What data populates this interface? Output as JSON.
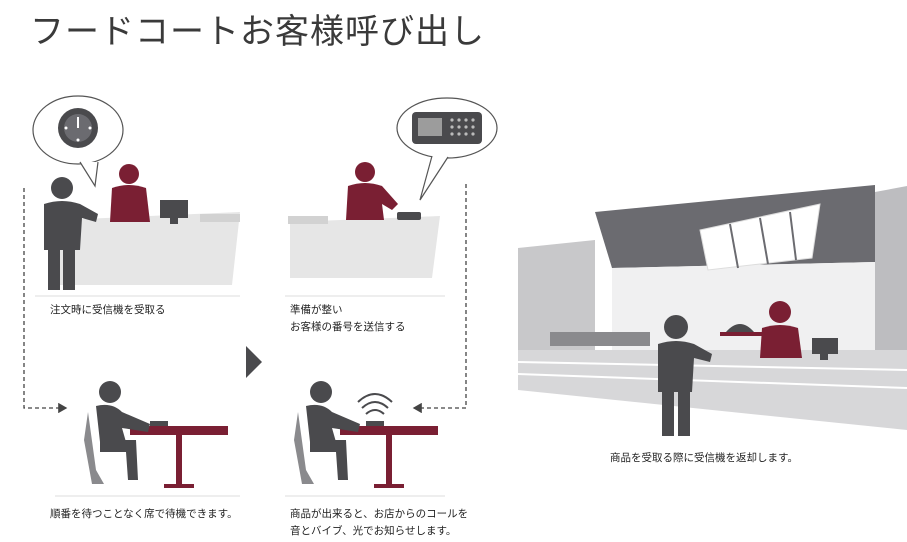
{
  "title": "フードコートお客様呼び出し",
  "steps": [
    {
      "lines": [
        "注文時に受信機を受取る"
      ]
    },
    {
      "lines": [
        "準備が整い",
        "お客様の番号を送信する"
      ]
    },
    {
      "lines": [
        "順番を待つことなく席で待機できます。"
      ]
    },
    {
      "lines": [
        "商品が出来ると、お店からのコールを",
        "音とバイブ、光でお知らせします。"
      ]
    },
    {
      "lines": [
        "商品を受取る際に受信機を返却します。"
      ]
    }
  ],
  "colors": {
    "person": "#4a4a4d",
    "staff": "#7a1f33",
    "table": "#7a1f33",
    "counter": "#e4e4e4",
    "wall": "#cfcfd1",
    "roof": "#6b6b70"
  },
  "icons": [
    "receiver-icon",
    "transmitter-icon",
    "vibration-signal-icon",
    "step-arrow-icon"
  ]
}
